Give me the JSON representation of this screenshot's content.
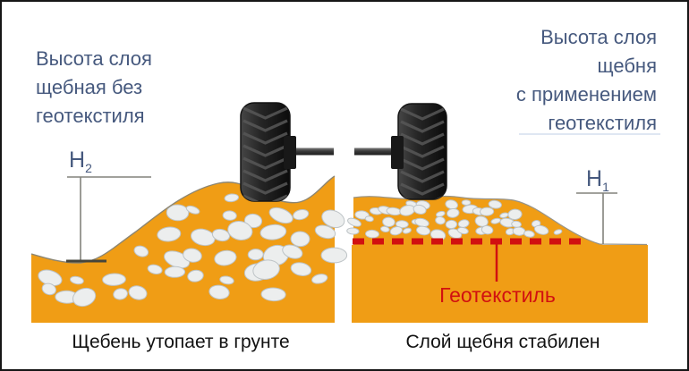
{
  "headings": {
    "left": {
      "lines": [
        "Высота слоя",
        "щебная без",
        "геотекстиля"
      ]
    },
    "right": {
      "lines": [
        "Высота слоя",
        "щебня",
        "с применением",
        "геотекстиля"
      ]
    }
  },
  "dimensions": {
    "left": {
      "symbol": "H",
      "subscript": "2"
    },
    "right": {
      "symbol": "H",
      "subscript": "1"
    }
  },
  "geotextile": {
    "label": "Геотекстиль"
  },
  "captions": {
    "left": "Щебень утопает в грунте",
    "right": "Слой щебня стабилен"
  },
  "colors": {
    "gravel-orange": "#f09d15",
    "stone-fill": "#eceeee",
    "stone-edge": "#bdc3c6",
    "ground-outline": "#8d8672",
    "heading-blue": "#46597e",
    "underline-blue": "#dfe7f2",
    "geotextile-red": "#d11010",
    "dimension-gray": "#82827c",
    "tick-dark": "#45453b",
    "caption-black": "#111111",
    "tire-dark": "#141414"
  }
}
